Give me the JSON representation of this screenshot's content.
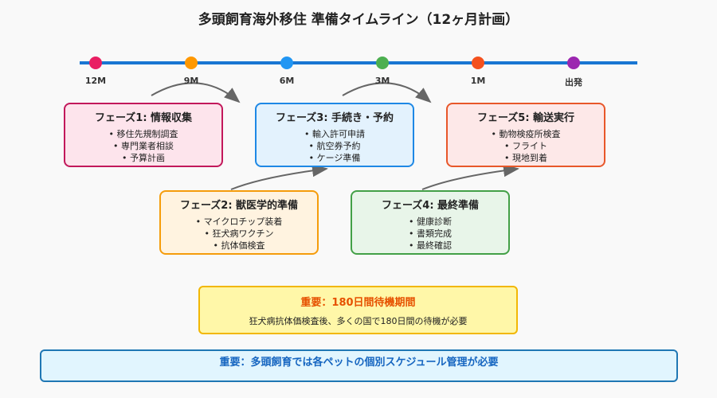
{
  "title": "多頭飼育海外移住 準備タイムライン（12ヶ月計画）",
  "timeline": {
    "ticks": [
      {
        "label": "12M",
        "color": "#e91e63"
      },
      {
        "label": "9M",
        "color": "#ff9800"
      },
      {
        "label": "6M",
        "color": "#2196f3"
      },
      {
        "label": "3M",
        "color": "#4caf50"
      },
      {
        "label": "1M",
        "color": "#f4511e"
      },
      {
        "label": "出発",
        "color": "#9c27b0"
      }
    ],
    "line_color": "#1976d2"
  },
  "phases": {
    "p1": {
      "title": "フェーズ1: 情報収集",
      "items": [
        "移住先規制調査",
        "専門業者相談",
        "予算計画"
      ]
    },
    "p2": {
      "title": "フェーズ2: 獣医学的準備",
      "items": [
        "マイクロチップ装着",
        "狂犬病ワクチン",
        "抗体価検査"
      ]
    },
    "p3": {
      "title": "フェーズ3: 手続き・予約",
      "items": [
        "輸入許可申請",
        "航空券予約",
        "ケージ準備"
      ]
    },
    "p4": {
      "title": "フェーズ4: 最終準備",
      "items": [
        "健康診断",
        "書類完成",
        "最終確認"
      ]
    },
    "p5": {
      "title": "フェーズ5: 輸送実行",
      "items": [
        "動物検疫所検査",
        "フライト",
        "現地到着"
      ]
    }
  },
  "notice": {
    "title": "重要：180日間待機期間",
    "body": "狂犬病抗体価検査後、多くの国で180日間の待機が必要"
  },
  "banner": "重要：多頭飼育では各ペットの個別スケジュール管理が必要"
}
